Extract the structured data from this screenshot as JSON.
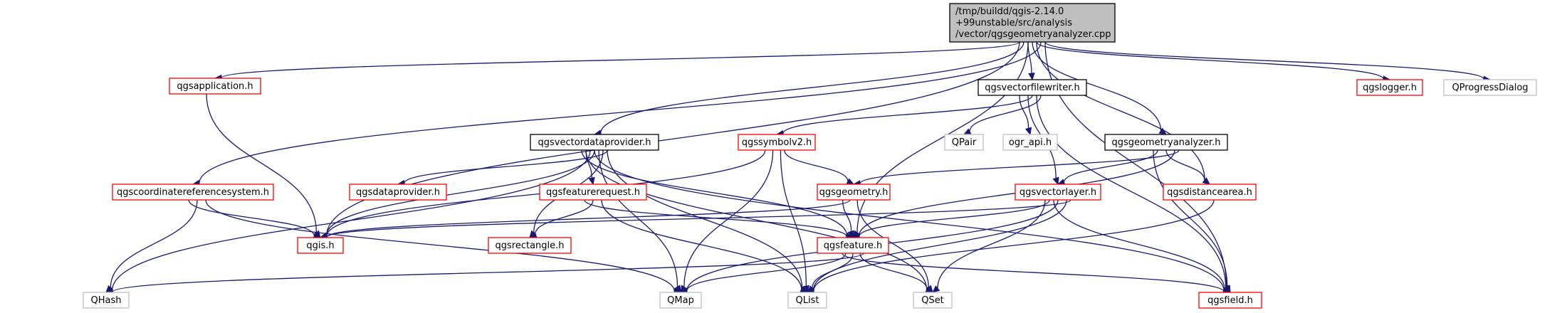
{
  "colors": {
    "root_fill": "#bfbfbf",
    "root_stroke": "#000000",
    "documented_stroke": "#000000",
    "red_stroke": "#ff0000",
    "gray_stroke": "#bfbfbf",
    "edge": "#191970",
    "background": "#ffffff"
  },
  "nodes": [
    {
      "id": "root",
      "style": "root",
      "lines": [
        "/tmp/buildd/qgis-2.14.0",
        "+99unstable/src/analysis",
        "/vector/qgsgeometryanalyzer.cpp"
      ]
    },
    {
      "id": "qgsapplication",
      "style": "red",
      "lines": [
        "qgsapplication.h"
      ]
    },
    {
      "id": "qgsvectorfilewriter",
      "style": "documented",
      "lines": [
        "qgsvectorfilewriter.h"
      ]
    },
    {
      "id": "qgslogger",
      "style": "red",
      "lines": [
        "qgslogger.h"
      ]
    },
    {
      "id": "qprogressdialog",
      "style": "gray",
      "lines": [
        "QProgressDialog"
      ]
    },
    {
      "id": "qgsvectordataprovider",
      "style": "documented",
      "lines": [
        "qgsvectordataprovider.h"
      ]
    },
    {
      "id": "qgssymbolv2",
      "style": "red",
      "lines": [
        "qgssymbolv2.h"
      ]
    },
    {
      "id": "qpair",
      "style": "gray",
      "lines": [
        "QPair"
      ]
    },
    {
      "id": "ogr_api",
      "style": "gray",
      "lines": [
        "ogr_api.h"
      ]
    },
    {
      "id": "qgsgeometryanalyzer",
      "style": "documented",
      "lines": [
        "qgsgeometryanalyzer.h"
      ]
    },
    {
      "id": "qgscoordinatereferencesystem",
      "style": "red",
      "lines": [
        "qgscoordinatereferencesystem.h"
      ]
    },
    {
      "id": "qgsdataprovider",
      "style": "red",
      "lines": [
        "qgsdataprovider.h"
      ]
    },
    {
      "id": "qgsfeaturerequest",
      "style": "red",
      "lines": [
        "qgsfeaturerequest.h"
      ]
    },
    {
      "id": "qgsgeometry",
      "style": "red",
      "lines": [
        "qgsgeometry.h"
      ]
    },
    {
      "id": "qgsvectorlayer",
      "style": "red",
      "lines": [
        "qgsvectorlayer.h"
      ]
    },
    {
      "id": "qgsdistancearea",
      "style": "red",
      "lines": [
        "qgsdistancearea.h"
      ]
    },
    {
      "id": "qgis",
      "style": "red",
      "lines": [
        "qgis.h"
      ]
    },
    {
      "id": "qgsrectangle",
      "style": "red",
      "lines": [
        "qgsrectangle.h"
      ]
    },
    {
      "id": "qgsfeature",
      "style": "red",
      "lines": [
        "qgsfeature.h"
      ]
    },
    {
      "id": "qhash",
      "style": "gray",
      "lines": [
        "QHash"
      ]
    },
    {
      "id": "qmap",
      "style": "gray",
      "lines": [
        "QMap"
      ]
    },
    {
      "id": "qlist",
      "style": "gray",
      "lines": [
        "QList"
      ]
    },
    {
      "id": "qset",
      "style": "gray",
      "lines": [
        "QSet"
      ]
    },
    {
      "id": "qgsfield",
      "style": "red",
      "lines": [
        "qgsfield.h"
      ]
    }
  ],
  "edges": [
    [
      "root",
      "qgsapplication"
    ],
    [
      "root",
      "qgsvectorfilewriter"
    ],
    [
      "root",
      "qgslogger"
    ],
    [
      "root",
      "qprogressdialog"
    ],
    [
      "root",
      "qgsvectordataprovider"
    ],
    [
      "root",
      "qgsgeometryanalyzer"
    ],
    [
      "root",
      "qgscoordinatereferencesystem"
    ],
    [
      "root",
      "qgis"
    ],
    [
      "root",
      "qgsfeature"
    ],
    [
      "root",
      "qgsdistancearea"
    ],
    [
      "root",
      "qgsfield"
    ],
    [
      "qgsapplication",
      "qgis"
    ],
    [
      "qgsvectorfilewriter",
      "qgssymbolv2"
    ],
    [
      "qgsvectorfilewriter",
      "qpair"
    ],
    [
      "qgsvectorfilewriter",
      "ogr_api"
    ],
    [
      "qgsvectorfilewriter",
      "qgsvectorlayer"
    ],
    [
      "qgsvectorfilewriter",
      "qgsfield"
    ],
    [
      "qgsvectordataprovider",
      "qgsdataprovider"
    ],
    [
      "qgsvectordataprovider",
      "qgsfeaturerequest"
    ],
    [
      "qgsvectordataprovider",
      "qgis"
    ],
    [
      "qgsvectordataprovider",
      "qgsrectangle"
    ],
    [
      "qgsvectordataprovider",
      "qgsfeature"
    ],
    [
      "qgsvectordataprovider",
      "qhash"
    ],
    [
      "qgsvectordataprovider",
      "qmap"
    ],
    [
      "qgsvectordataprovider",
      "qlist"
    ],
    [
      "qgsvectordataprovider",
      "qset"
    ],
    [
      "qgsvectordataprovider",
      "qgsfield"
    ],
    [
      "qgssymbolv2",
      "qgsgeometry"
    ],
    [
      "qgssymbolv2",
      "qgis"
    ],
    [
      "qgssymbolv2",
      "qmap"
    ],
    [
      "qgssymbolv2",
      "qlist"
    ],
    [
      "qgsgeometryanalyzer",
      "qgsgeometry"
    ],
    [
      "qgsgeometryanalyzer",
      "qgsvectorlayer"
    ],
    [
      "qgsgeometryanalyzer",
      "qgsdistancearea"
    ],
    [
      "qgsgeometryanalyzer",
      "qgsfeature"
    ],
    [
      "qgsgeometryanalyzer",
      "qgsfield"
    ],
    [
      "qgscoordinatereferencesystem",
      "qgis"
    ],
    [
      "qgscoordinatereferencesystem",
      "qhash"
    ],
    [
      "qgscoordinatereferencesystem",
      "qmap"
    ],
    [
      "qgsfeaturerequest",
      "qgsfeature"
    ],
    [
      "qgsfeaturerequest",
      "qgsrectangle"
    ],
    [
      "qgsfeaturerequest",
      "qlist"
    ],
    [
      "qgsgeometry",
      "qgsfeature"
    ],
    [
      "qgsgeometry",
      "qgis"
    ],
    [
      "qgsgeometry",
      "qset"
    ],
    [
      "qgsvectorlayer",
      "qgis"
    ],
    [
      "qgsvectorlayer",
      "qgsfeature"
    ],
    [
      "qgsvectorlayer",
      "qmap"
    ],
    [
      "qgsvectorlayer",
      "qlist"
    ],
    [
      "qgsvectorlayer",
      "qset"
    ],
    [
      "qgsvectorlayer",
      "qgsfield"
    ],
    [
      "qgsdistancearea",
      "qlist"
    ],
    [
      "qgsfeature",
      "qhash"
    ],
    [
      "qgsfeature",
      "qmap"
    ],
    [
      "qgsfeature",
      "qlist"
    ],
    [
      "qgsfeature",
      "qset"
    ],
    [
      "qgsfeature",
      "qgsfield"
    ]
  ]
}
